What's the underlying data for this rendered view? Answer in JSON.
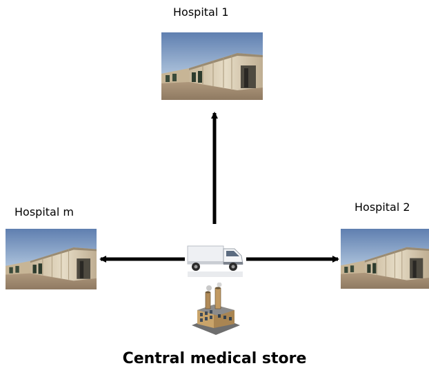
{
  "nodes": {
    "hospital_1": {
      "label": "Hospital 1"
    },
    "hospital_2": {
      "label": "Hospital 2"
    },
    "hospital_m": {
      "label": "Hospital m"
    }
  },
  "central_store": {
    "label": "Central medical store"
  },
  "icons": {
    "hospital": "warehouse-building-icon",
    "truck": "delivery-truck-icon",
    "store": "factory-icon"
  }
}
